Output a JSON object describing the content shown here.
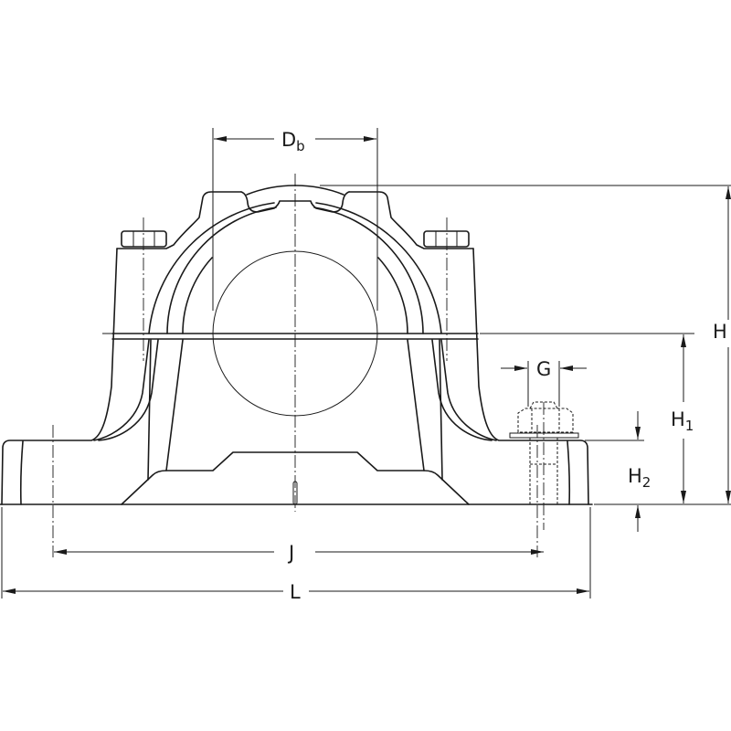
{
  "title": "Plummer block housing dimension drawing",
  "dimensions": {
    "db": {
      "main": "D",
      "sub": "b"
    },
    "h": {
      "main": "H"
    },
    "h1": {
      "main": "H",
      "sub": "1"
    },
    "h2": {
      "main": "H",
      "sub": "2"
    },
    "g": {
      "main": "G"
    },
    "j": {
      "main": "J"
    },
    "l": {
      "main": "L"
    }
  },
  "colors": {
    "line": "#1a1a1a",
    "background": "#ffffff"
  }
}
